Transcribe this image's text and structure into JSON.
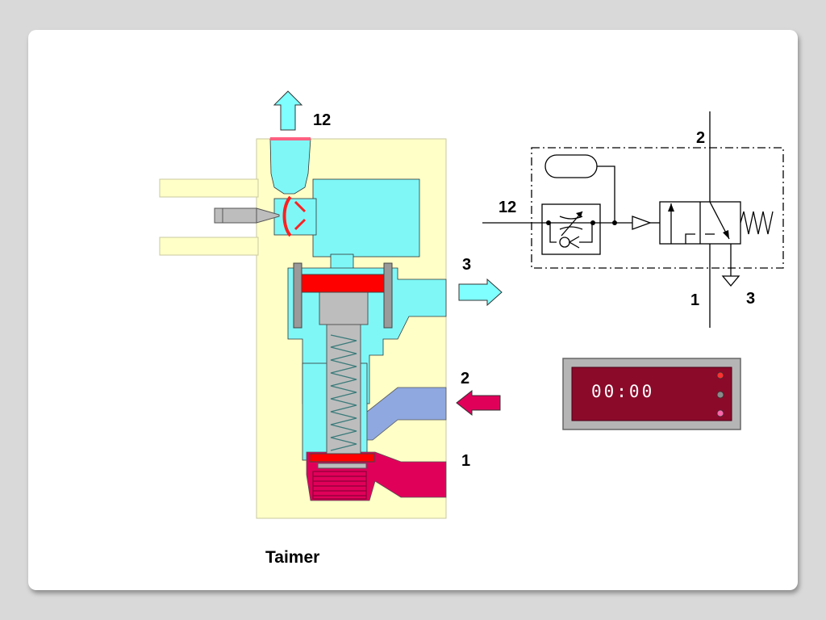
{
  "caption": "Taimer",
  "valve_ports": {
    "port_12": "12",
    "port_3": "3",
    "port_2": "2",
    "port_1": "1"
  },
  "schematic_ports": {
    "port_2": "2",
    "port_12": "12",
    "port_1": "1",
    "port_3": "3"
  },
  "timer": {
    "display": "00:00"
  },
  "colors": {
    "body": "#ffffc8",
    "control_air": "#7ff7f7",
    "exhaust_air": "#7fffff",
    "outlet_air": "#8fa8e0",
    "supply_air": "#e0005a",
    "piston": "#ff0000",
    "timer_face": "#8b0a2a",
    "timer_frame": "#b5b5b5"
  }
}
